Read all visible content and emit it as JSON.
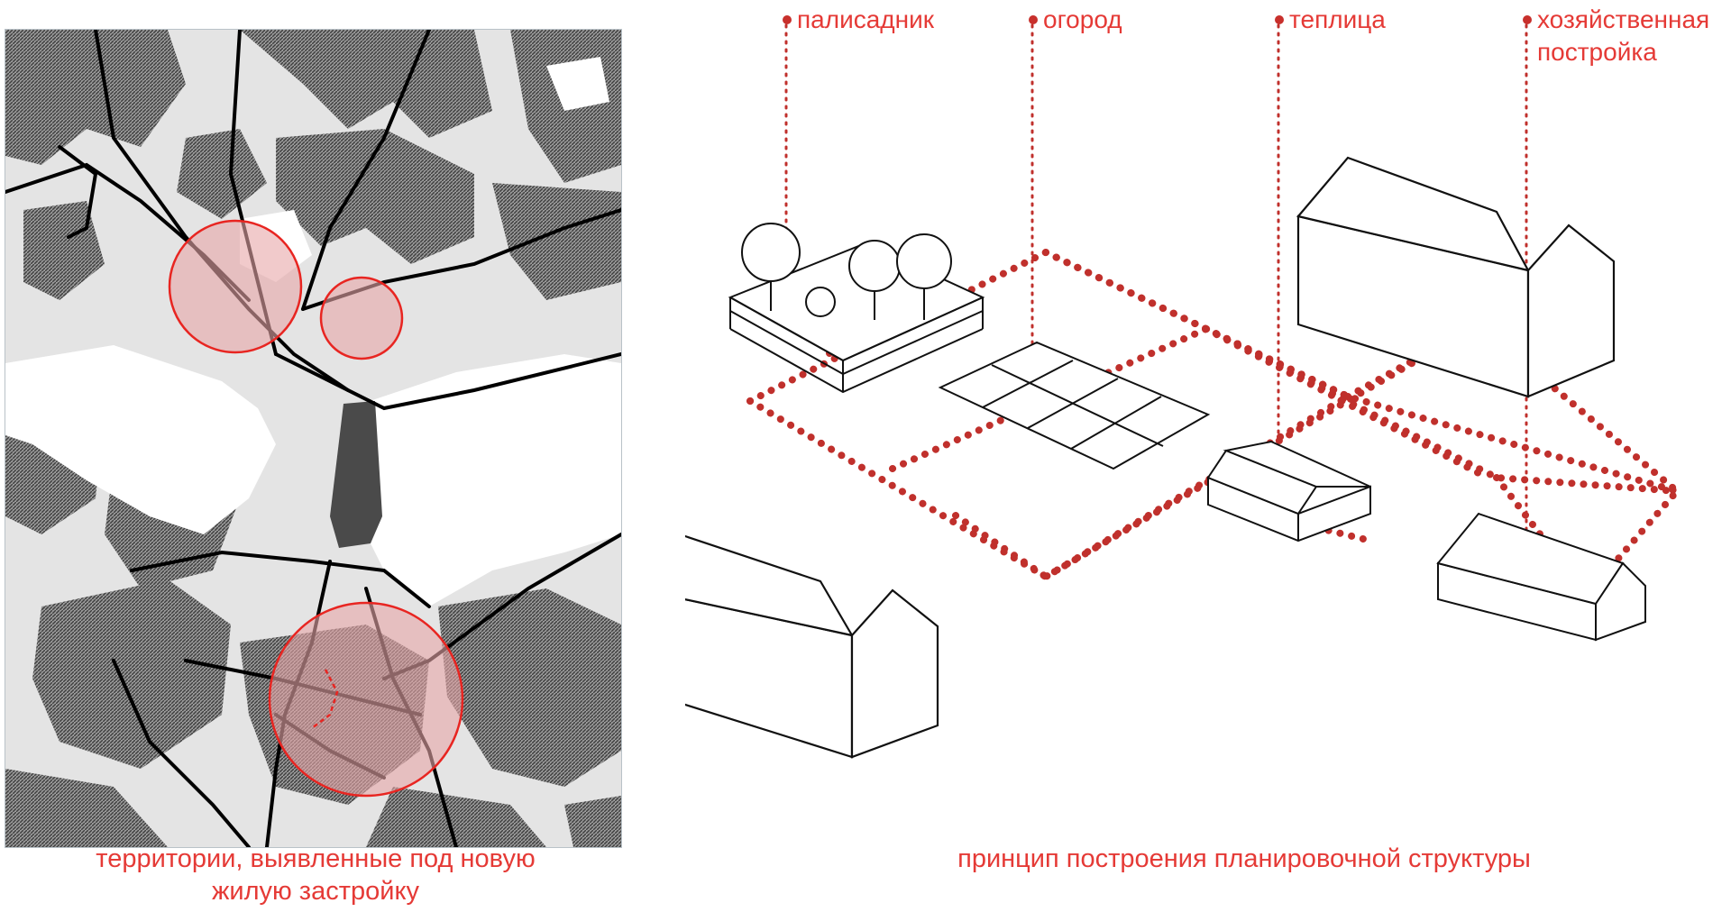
{
  "map": {
    "caption_line1": "территории, выявленные под новую",
    "caption_line2": "жилую застройку",
    "colors": {
      "background": "#f2f2f2",
      "forest": "#7a7a7a",
      "water": "#ffffff",
      "roads": "#000000",
      "circle_stroke": "#e82521",
      "circle_fill": "#e8a7a8"
    }
  },
  "diagram": {
    "caption": "принцип построения планировочной структуры",
    "labels": [
      {
        "text": "палисадник"
      },
      {
        "text": "огород"
      },
      {
        "text": "теплица"
      },
      {
        "text": "хозяйственная",
        "text2": "постройка"
      }
    ],
    "colors": {
      "accent": "#e53a36",
      "dotted_line": "#c0302c",
      "drawing": "#111111"
    },
    "icons": [
      "garden-icon",
      "vegetable-beds-icon",
      "greenhouse-icon",
      "shed-icon",
      "house-icon"
    ]
  }
}
